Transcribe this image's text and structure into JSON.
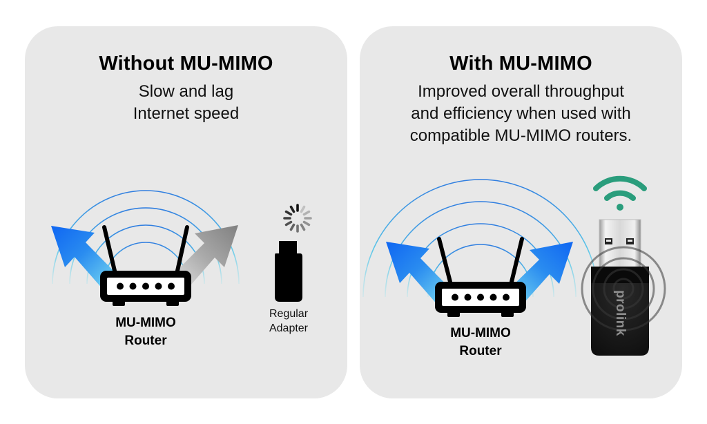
{
  "panels": {
    "left": {
      "title": "Without MU-MIMO",
      "description_lines": [
        "Slow and lag",
        "Internet speed"
      ],
      "router_label_lines": [
        "MU-MIMO",
        "Router"
      ],
      "adapter_label_lines": [
        "Regular",
        "Adapter"
      ],
      "adapter_status_icon": "loading-spinner-icon",
      "arrow_colors": {
        "left": "#1a73f5",
        "right": "#8a8a8a"
      }
    },
    "right": {
      "title": "With MU-MIMO",
      "description_lines": [
        "Improved overall throughput",
        "and efficiency when used with",
        "compatible MU-MIMO routers."
      ],
      "router_label_lines": [
        "MU-MIMO",
        "Router"
      ],
      "adapter_brand": "prolink",
      "adapter_status_icon": "wifi-icon",
      "wifi_color": "#2a9d7c",
      "arrow_colors": {
        "left": "#1a73f5",
        "right": "#1a73f5"
      }
    }
  },
  "colors": {
    "panel_bg": "#e8e8e8",
    "wave_outer": "#2f7de0",
    "wave_inner": "#7fd8e8"
  }
}
